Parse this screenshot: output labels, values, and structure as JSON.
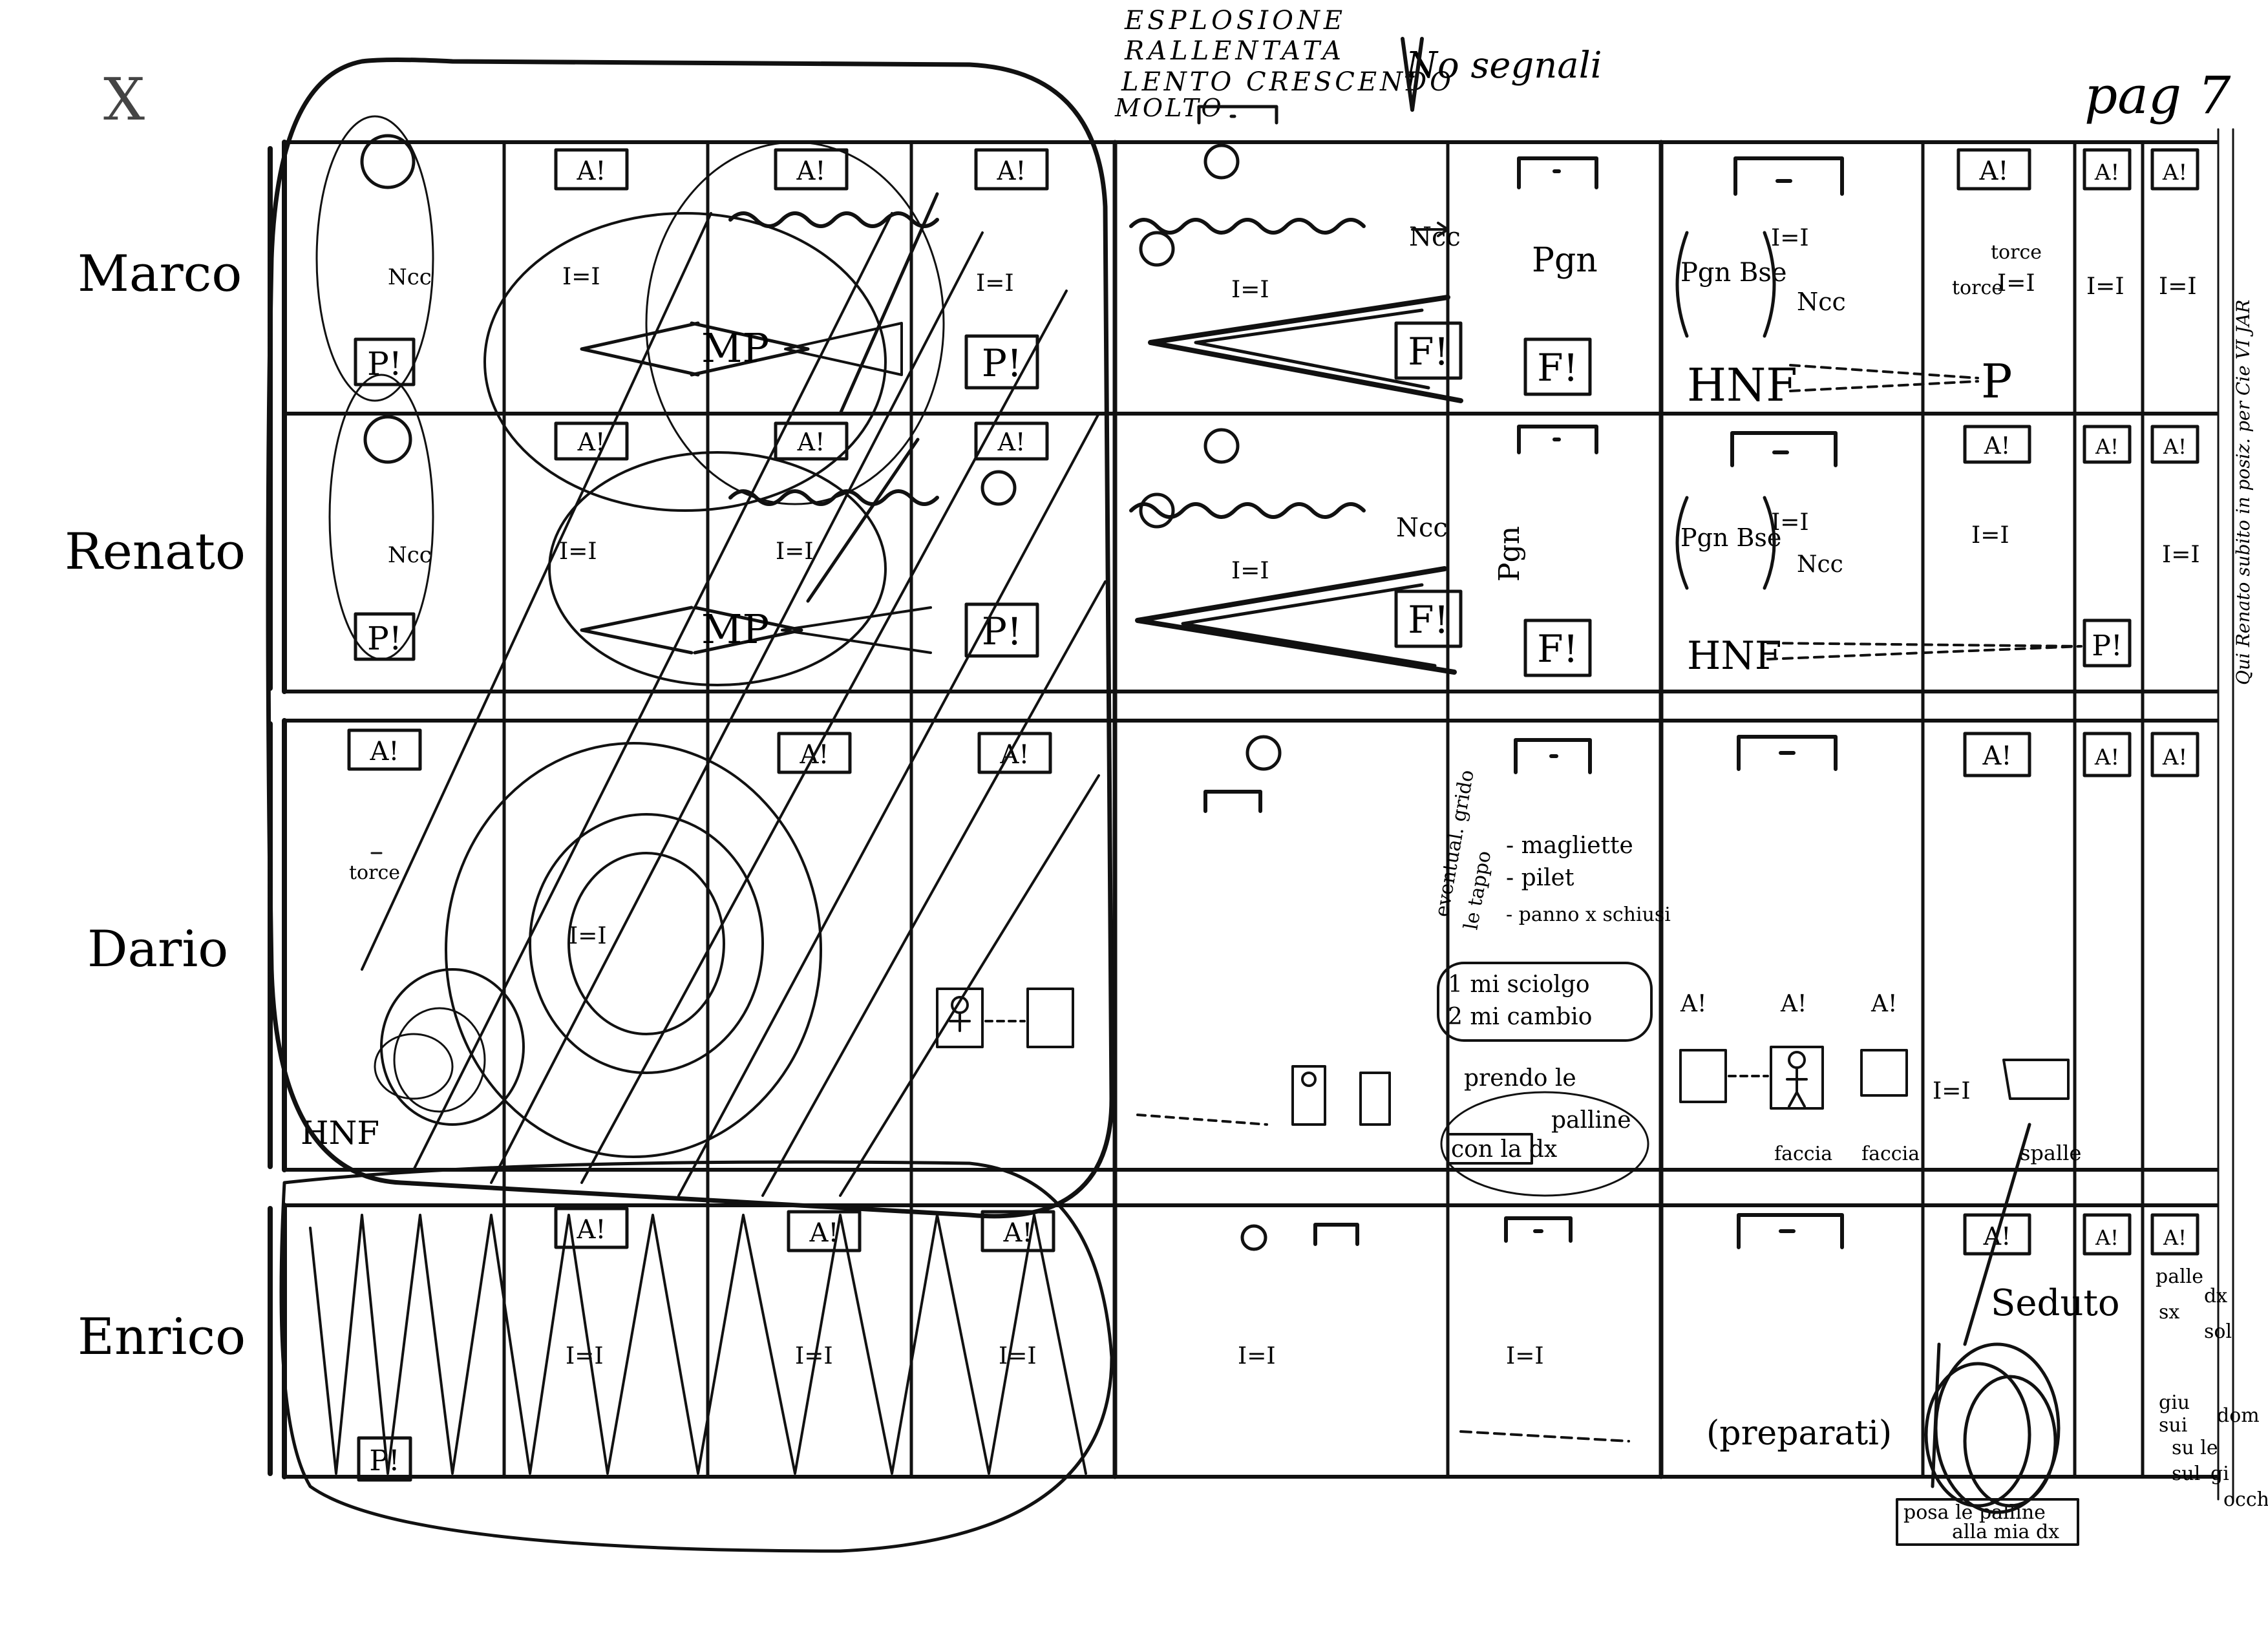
{
  "corner_mark": "X",
  "page_label": "pag 7",
  "header_notes": [
    "ESPLOSIONE",
    "RALLENTATA",
    "LENTO CRESCENDO",
    "MOLTO"
  ],
  "header_aside": "No segnali",
  "performers": [
    "Marco",
    "Renato",
    "Dario",
    "Enrico"
  ],
  "symbols": {
    "accent": "A!",
    "piano": "P!",
    "forte": "F!",
    "equal": "I=I",
    "mezzo": "MP",
    "hnf": "HNF",
    "p": "P",
    "ncc": "Ncc",
    "pgn": "Pgn",
    "pgn_bse": "Pgn Bse",
    "torce": "torce"
  },
  "annotations": {
    "dario_list": [
      "eventual. grido",
      "le tappo",
      "- magliette",
      "- pilet",
      "- panno x schiusi"
    ],
    "dario_steps": [
      "1 mi sciolgo",
      "2 mi cambio"
    ],
    "dario_take": [
      "prendo le",
      "palline",
      "con la dx"
    ],
    "faccia_1": "faccia",
    "faccia_2": "faccia",
    "spalle": "spalle",
    "preparati": "(preparati)",
    "seduto": "Seduto",
    "enrico_right": [
      "palle",
      "dx",
      "sx",
      "sol",
      "giu",
      "sui",
      "su le",
      "dom",
      "sul",
      "gi",
      "occhi"
    ],
    "posa_palline": [
      "posa le palline",
      "alla mia dx"
    ],
    "rotated_note": "Qui Renato subito in posiz. per Cie VI JAR"
  }
}
